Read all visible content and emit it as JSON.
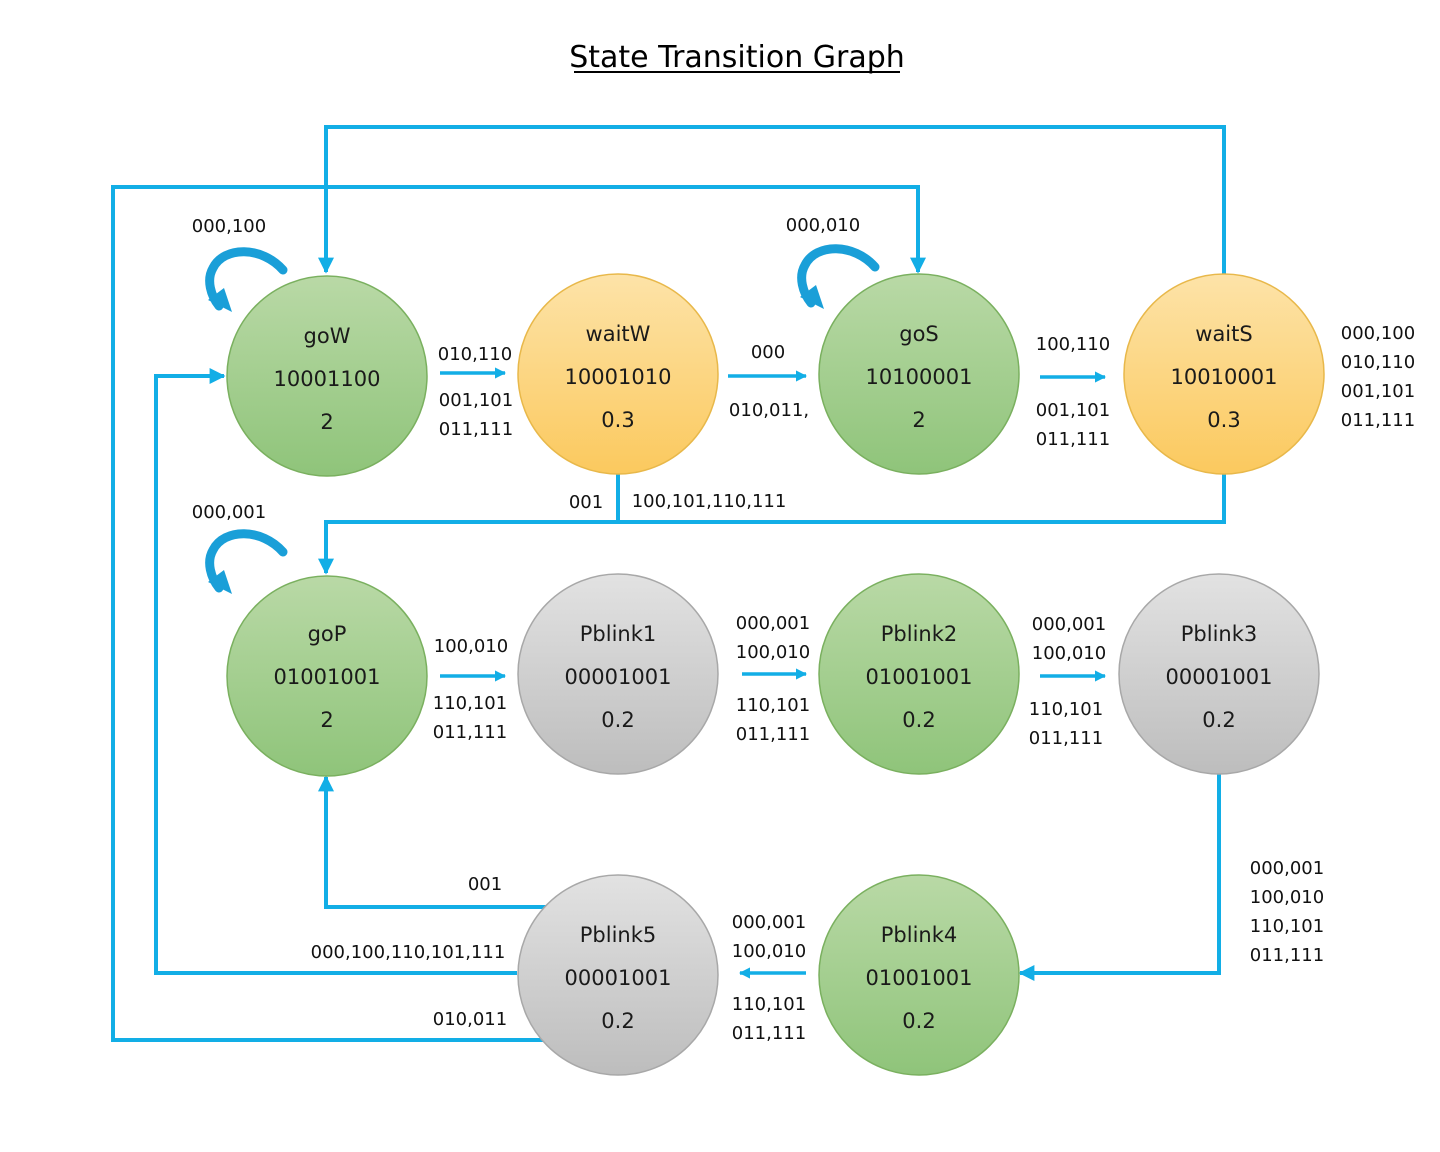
{
  "title": "State Transition Graph",
  "colors": {
    "wire": "#12aee6",
    "self_loop": "#1a9fd8",
    "go_state_fill_top": "#b9d9a6",
    "go_state_fill_bottom": "#8fc47a",
    "go_state_stroke": "#7ab05f",
    "wait_state_fill_top": "#fde3a8",
    "wait_state_fill_bottom": "#fbc95e",
    "wait_state_stroke": "#e8b84a",
    "blink_state_fill_top": "#e2e2e2",
    "blink_state_fill_bottom": "#bdbdbd",
    "blink_state_stroke": "#a8a8a8"
  },
  "states": [
    {
      "id": "goW",
      "name": "goW",
      "output": "10001100",
      "delay": "2",
      "kind": "go"
    },
    {
      "id": "waitW",
      "name": "waitW",
      "output": "10001010",
      "delay": "0.3",
      "kind": "wait"
    },
    {
      "id": "goS",
      "name": "goS",
      "output": "10100001",
      "delay": "2",
      "kind": "go"
    },
    {
      "id": "waitS",
      "name": "waitS",
      "output": "10010001",
      "delay": "0.3",
      "kind": "wait"
    },
    {
      "id": "goP",
      "name": "goP",
      "output": "01001001",
      "delay": "2",
      "kind": "go"
    },
    {
      "id": "Pblink1",
      "name": "Pblink1",
      "output": "00001001",
      "delay": "0.2",
      "kind": "blink"
    },
    {
      "id": "Pblink2",
      "name": "Pblink2",
      "output": "01001001",
      "delay": "0.2",
      "kind": "go"
    },
    {
      "id": "Pblink3",
      "name": "Pblink3",
      "output": "00001001",
      "delay": "0.2",
      "kind": "blink"
    },
    {
      "id": "Pblink4",
      "name": "Pblink4",
      "output": "01001001",
      "delay": "0.2",
      "kind": "go"
    },
    {
      "id": "Pblink5",
      "name": "Pblink5",
      "output": "00001001",
      "delay": "0.2",
      "kind": "blink"
    }
  ],
  "labels": {
    "goW_self": "000,100",
    "goS_self": "000,010",
    "goP_self": "000,001",
    "goW_waitW_top": "010,110",
    "goW_waitW_bot1": "001,101",
    "goW_waitW_bot2": "011,111",
    "waitW_goS_top": "000",
    "waitW_goS_bot": "010,011,",
    "goS_waitS_top": "100,110",
    "goS_waitS_bot1": "001,101",
    "goS_waitS_bot2": "011,111",
    "waitS_right1": "000,100",
    "waitS_right2": "010,110",
    "waitS_right3": "001,101",
    "waitS_right4": "011,111",
    "waitW_down_left": "001",
    "waitW_down_right": "100,101,110,111",
    "goP_blink1_top": "100,010",
    "goP_blink1_bot1": "110,101",
    "goP_blink1_bot2": "011,111",
    "blink1_blink2_top1": "000,001",
    "blink1_blink2_top2": "100,010",
    "blink1_blink2_bot1": "110,101",
    "blink1_blink2_bot2": "011,111",
    "blink2_blink3_top1": "000,001",
    "blink2_blink3_top2": "100,010",
    "blink2_blink3_bot1": "110,101",
    "blink2_blink3_bot2": "011,111",
    "blink3_blink4_1": "000,001",
    "blink3_blink4_2": "100,010",
    "blink3_blink4_3": "110,101",
    "blink3_blink4_4": "011,111",
    "blink4_blink5_top1": "000,001",
    "blink4_blink5_top2": "100,010",
    "blink4_blink5_bot1": "110,101",
    "blink4_blink5_bot2": "011,111",
    "blink5_goP": "001",
    "blink5_goW": "000,100,110,101,111",
    "blink5_goS": "010,011"
  }
}
